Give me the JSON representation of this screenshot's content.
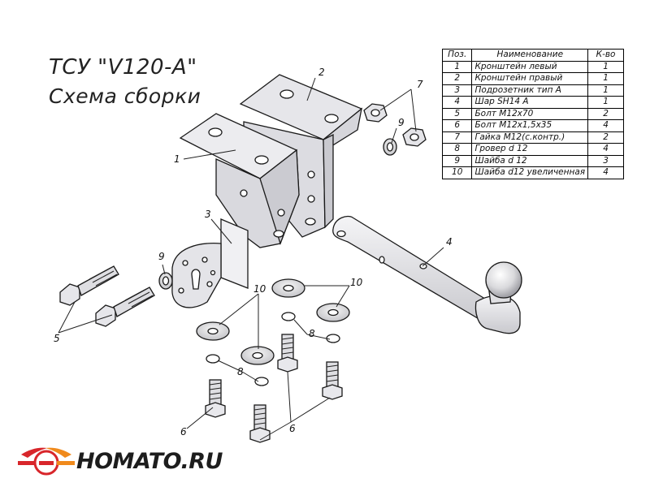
{
  "title": "ТСУ \"V120-A\"",
  "subtitle": "Схема сборки",
  "table": {
    "headers": [
      "Поз.",
      "Наименование",
      "К-во"
    ],
    "rows": [
      [
        "1",
        "Кронштейн левый",
        "1"
      ],
      [
        "2",
        "Кронштейн правый",
        "1"
      ],
      [
        "3",
        "Подрозетник тип А",
        "1"
      ],
      [
        "4",
        "Шар SH14 A",
        "1"
      ],
      [
        "5",
        "Болт М12х70",
        "2"
      ],
      [
        "6",
        "Болт М12х1,5х35",
        "4"
      ],
      [
        "7",
        "Гайка М12(с.контр.)",
        "2"
      ],
      [
        "8",
        "Гровер d 12",
        "4"
      ],
      [
        "9",
        "Шайба d 12",
        "3"
      ],
      [
        "10",
        "Шайба d12 увеличенная",
        "4"
      ]
    ]
  },
  "callouts": {
    "c1": "1",
    "c2": "2",
    "c3": "3",
    "c4": "4",
    "c5": "5",
    "c6a": "6",
    "c6b": "6",
    "c7": "7",
    "c8a": "8",
    "c8b": "8",
    "c9a": "9",
    "c9b": "9",
    "c10a": "10",
    "c10b": "10",
    "c10c": "10"
  },
  "logo_text": "HOMATO.RU",
  "colors": {
    "logo_red": "#d8262b",
    "logo_orange": "#f08a1c",
    "line": "#222222",
    "part_fill": "#e9e9ec"
  }
}
